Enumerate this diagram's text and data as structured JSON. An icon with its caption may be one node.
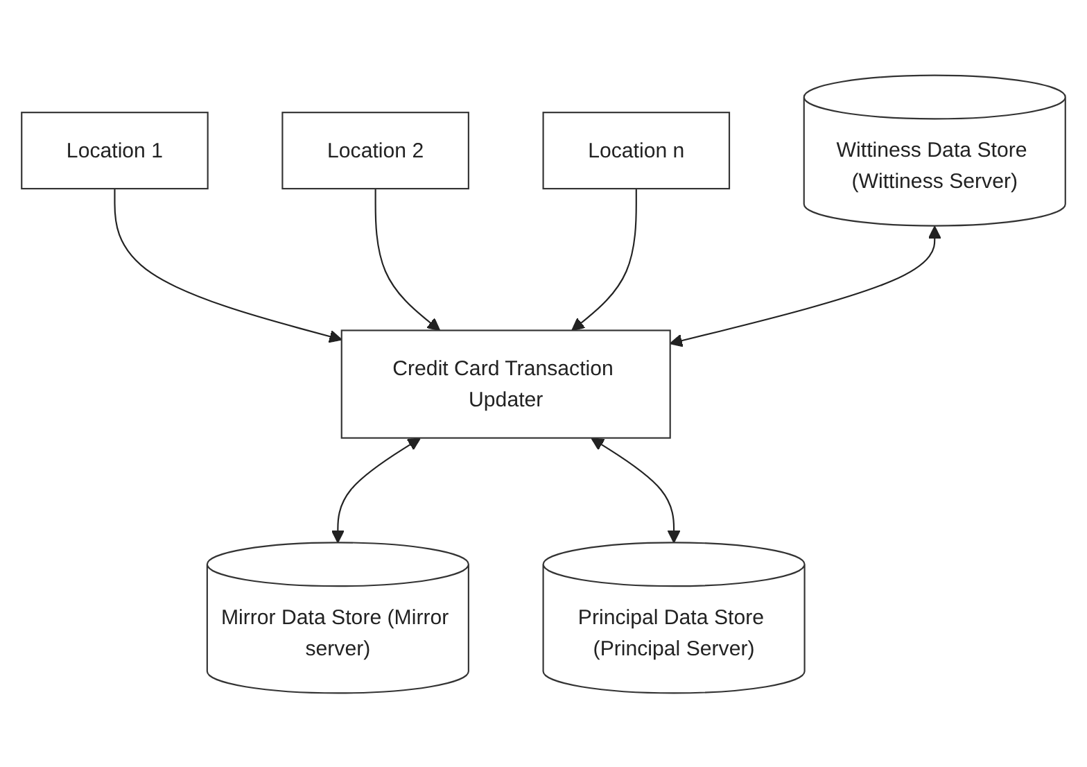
{
  "diagram": {
    "nodes": [
      {
        "text": [
          "Location 1"
        ]
      },
      {
        "text": [
          "Location 2"
        ]
      },
      {
        "text": [
          "Location n"
        ]
      },
      {
        "text": [
          "Wittiness Data Store (Wittiness Server)"
        ]
      },
      {
        "text": [
          "Credit Card Transaction Updater"
        ]
      },
      {
        "text": [
          "Mirror Data Store (Mirror server)"
        ]
      },
      {
        "text": [
          "Principal Data Store (Principal Server)"
        ]
      }
    ],
    "edges": [
      {
        "from": 0,
        "to": 4,
        "arrow": "to"
      },
      {
        "from": 1,
        "to": 4,
        "arrow": "to"
      },
      {
        "from": 2,
        "to": 4,
        "arrow": "to"
      },
      {
        "from": 3,
        "to": 4,
        "arrow": "both"
      },
      {
        "from": 4,
        "to": 5,
        "arrow": "both"
      },
      {
        "from": 4,
        "to": 6,
        "arrow": "both"
      }
    ]
  }
}
